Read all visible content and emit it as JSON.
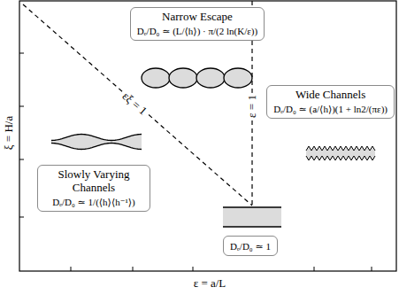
{
  "diagram": {
    "nodes": [
      {
        "text": [
          "Narrow Escape",
          "Dₑ/D₀ ≃ (L/⟨h⟩) · π/(2 ln(K/ε))"
        ]
      },
      {
        "text": [
          "Wide Channels",
          "Dₑ/D₀ ≃ (a/⟨h⟩)(1 + ln2/(πε))"
        ]
      },
      {
        "text": [
          "Slowly Varying Channels",
          "Dₑ/D₀ ≃ 1/(⟨h⟩⟨h⁻¹⟩)"
        ]
      },
      {
        "text": [
          "Dₑ/D₀ ≃ 1"
        ]
      }
    ],
    "labels": [
      "ξ = H/a",
      "ε = a/L",
      "εξ = 1",
      "ε = 1"
    ]
  }
}
